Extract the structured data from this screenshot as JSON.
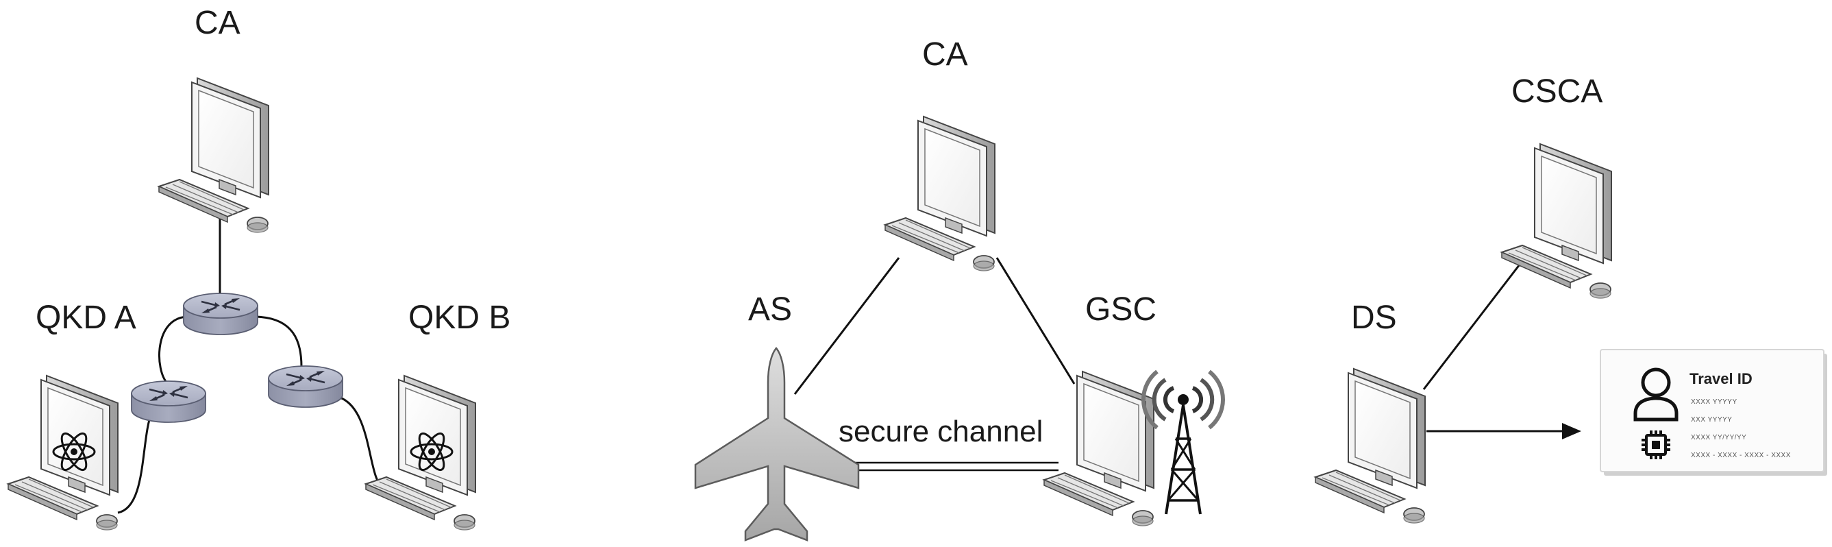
{
  "panels": [
    {
      "nodes": {
        "ca": "CA",
        "qkd_a": "QKD A",
        "qkd_b": "QKD B"
      }
    },
    {
      "nodes": {
        "ca": "CA",
        "as": "AS",
        "gsc": "GSC"
      },
      "channel_label": "secure channel"
    },
    {
      "nodes": {
        "csca": "CSCA",
        "ds": "DS"
      },
      "travel_card": {
        "title": "Travel ID",
        "lines": [
          "XXXX   YYYYY",
          "XXX    YYYYY",
          "XXXX  YY/YY/YY",
          "XXXX - XXXX - XXXX - XXXX"
        ]
      }
    }
  ],
  "icons": [
    "computer-icon",
    "router-icon",
    "atom-icon",
    "airplane-icon",
    "antenna-tower-icon",
    "person-icon",
    "chip-icon"
  ]
}
